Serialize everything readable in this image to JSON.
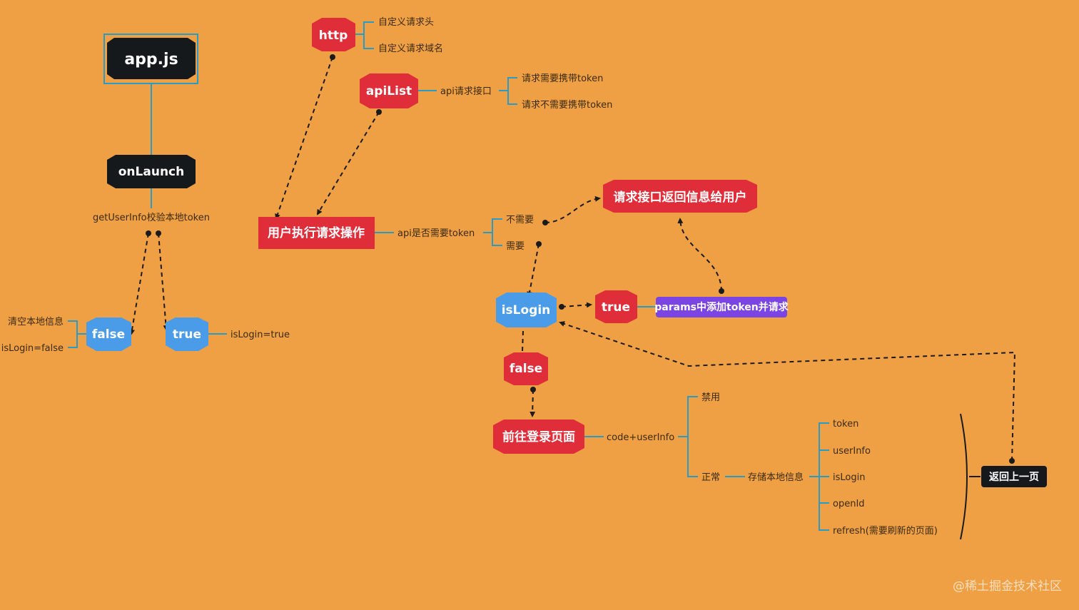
{
  "colors": {
    "background": "#F0A044",
    "dark": "#15191C",
    "red": "#E02D3A",
    "blue": "#4A9BE8",
    "purple": "#7A45E3",
    "connector": "#2A9BC4",
    "arrow": "#1B1B1B"
  },
  "nodes": {
    "app_js": "app.js",
    "on_launch": "onLaunch",
    "get_user_info": "getUserInfo校验本地token",
    "false_left": "false",
    "true_left": "true",
    "clear_local": "清空本地信息",
    "is_login_false": "isLogin=false",
    "is_login_true": "isLogin=true",
    "http": "http",
    "custom_header": "自定义请求头",
    "custom_domain": "自定义请求域名",
    "api_list": "apiList",
    "api_interface": "api请求接口",
    "need_token": "请求需要携带token",
    "no_need_token": "请求不需要携带token",
    "user_request": "用户执行请求操作",
    "api_need_token": "api是否需要token",
    "not_needed": "不需要",
    "needed": "需要",
    "return_info": "请求接口返回信息给用户",
    "is_login": "isLogin",
    "true_mid": "true",
    "params_add_token": "params中添加token并请求",
    "false_mid": "false",
    "goto_login": "前往登录页面",
    "code_user_info": "code+userInfo",
    "disabled": "禁用",
    "normal": "正常",
    "store_local": "存储本地信息",
    "item_token": "token",
    "item_user_info": "userInfo",
    "item_is_login": "isLogin",
    "item_open_id": "openId",
    "item_refresh": "refresh(需要刷新的页面)",
    "go_back": "返回上一页"
  },
  "watermark": "@稀土掘金技术社区"
}
